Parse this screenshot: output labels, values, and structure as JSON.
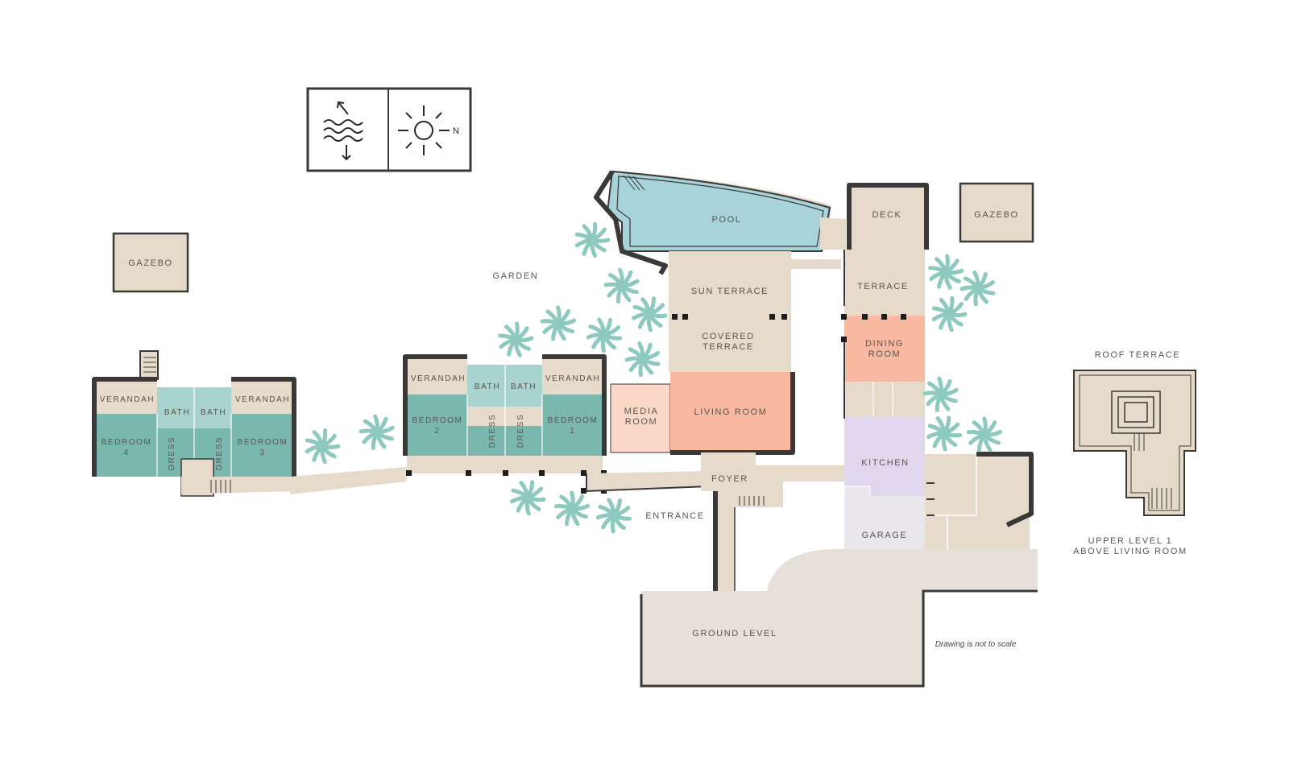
{
  "colors": {
    "floor": "#e6dacb",
    "bedroom": "#7ab7ae",
    "bath": "#a9d3cf",
    "pool": "#a9d3da",
    "living": "#f9b8a0",
    "media": "#fbd7c8",
    "kitchen": "#e0d7ee",
    "garage": "#e9e6ec",
    "wall": "#3b3938",
    "palm": "#8ec9bf",
    "label": "#5a544e"
  },
  "icons": [
    "sea-waves-icon",
    "sun-north-icon"
  ],
  "compass": {
    "north_label": "N"
  },
  "labels": {
    "pool": "POOL",
    "deck": "DECK",
    "gazebo_east": "GAZEBO",
    "gazebo_west": "GAZEBO",
    "garden": "GARDEN",
    "sun_terrace": "SUN TERRACE",
    "covered_terrace_1": "COVERED",
    "covered_terrace_2": "TERRACE",
    "terrace": "TERRACE",
    "dining_1": "DINING",
    "dining_2": "ROOM",
    "living_room": "LIVING ROOM",
    "media_1": "MEDIA",
    "media_2": "ROOM",
    "foyer": "FOYER",
    "entrance": "ENTRANCE",
    "kitchen": "KITCHEN",
    "garage": "GARAGE",
    "ground_level": "GROUND LEVEL",
    "roof_terrace": "ROOF TERRACE",
    "upper_level_1": "UPPER LEVEL 1",
    "upper_level_2": "ABOVE LIVING ROOM",
    "scale_note": "Drawing is not to scale",
    "verandah_1": "VERANDAH",
    "bath_1": "BATH",
    "bath_2": "BATH",
    "verandah_2": "VERANDAH",
    "bedroom_4a": "BEDROOM",
    "bedroom_4b": "4",
    "dress_1": "DRESS",
    "dress_2": "DRESS",
    "bedroom_3a": "BEDROOM",
    "bedroom_3b": "3",
    "verandah_3": "VERANDAH",
    "bath_3": "BATH",
    "bath_4": "BATH",
    "verandah_4": "VERANDAH",
    "bedroom_2a": "BEDROOM",
    "bedroom_2b": "2",
    "dress_3": "DRESS",
    "dress_4": "DRESS",
    "bedroom_1a": "BEDROOM",
    "bedroom_1b": "1"
  }
}
